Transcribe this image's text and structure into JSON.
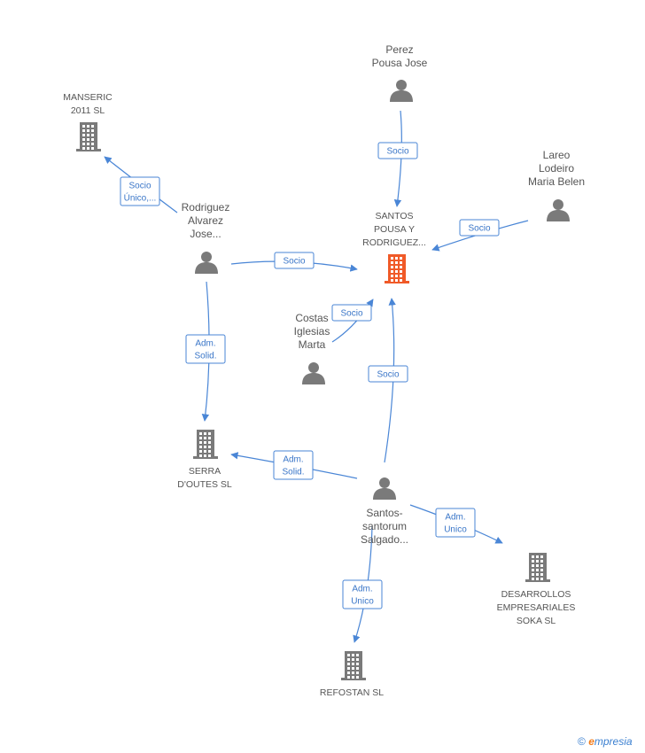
{
  "colors": {
    "edge": "#4a86d6",
    "node": "#7a7a7a",
    "focus": "#f05a28",
    "label": "#555555"
  },
  "nodes": {
    "perez": {
      "type": "person",
      "lines": [
        "Perez",
        "Pousa Jose"
      ]
    },
    "manseric": {
      "type": "company",
      "lines": [
        "MANSERIC",
        "2011 SL"
      ]
    },
    "lareo": {
      "type": "person",
      "lines": [
        "Lareo",
        "Lodeiro",
        "Maria Belen"
      ]
    },
    "rodriguez": {
      "type": "person",
      "lines": [
        "Rodriguez",
        "Alvarez",
        "Jose..."
      ]
    },
    "santos_pousa": {
      "type": "company",
      "focus": true,
      "lines": [
        "SANTOS",
        "POUSA Y",
        "RODRIGUEZ..."
      ]
    },
    "costas": {
      "type": "person",
      "lines": [
        "Costas",
        "Iglesias",
        "Marta"
      ]
    },
    "serra": {
      "type": "company",
      "lines": [
        "SERRA",
        "D'OUTES SL"
      ]
    },
    "santos_santorum": {
      "type": "person",
      "lines": [
        "Santos-",
        "santorum",
        "Salgado..."
      ]
    },
    "desarrollos": {
      "type": "company",
      "lines": [
        "DESARROLLOS",
        "EMPRESARIALES",
        "SOKA  SL"
      ]
    },
    "refostan": {
      "type": "company",
      "lines": [
        "REFOSTAN  SL"
      ]
    }
  },
  "edges": [
    {
      "from": "perez",
      "to": "santos_pousa",
      "label": [
        "Socio"
      ]
    },
    {
      "from": "rodriguez",
      "to": "manseric",
      "label": [
        "Socio",
        "Único,..."
      ]
    },
    {
      "from": "lareo",
      "to": "santos_pousa",
      "label": [
        "Socio"
      ]
    },
    {
      "from": "rodriguez",
      "to": "santos_pousa",
      "label": [
        "Socio"
      ]
    },
    {
      "from": "costas",
      "to": "santos_pousa",
      "label": [
        "Socio"
      ]
    },
    {
      "from": "rodriguez",
      "to": "serra",
      "label": [
        "Adm.",
        "Solid."
      ]
    },
    {
      "from": "santos_santorum",
      "to": "santos_pousa",
      "label": [
        "Socio"
      ]
    },
    {
      "from": "santos_santorum",
      "to": "serra",
      "label": [
        "Adm.",
        "Solid."
      ]
    },
    {
      "from": "santos_santorum",
      "to": "desarrollos",
      "label": [
        "Adm.",
        "Unico"
      ]
    },
    {
      "from": "santos_santorum",
      "to": "refostan",
      "label": [
        "Adm.",
        "Unico"
      ]
    }
  ],
  "footer": {
    "copyright": "©",
    "brand_first": "e",
    "brand_rest": "mpresia"
  }
}
